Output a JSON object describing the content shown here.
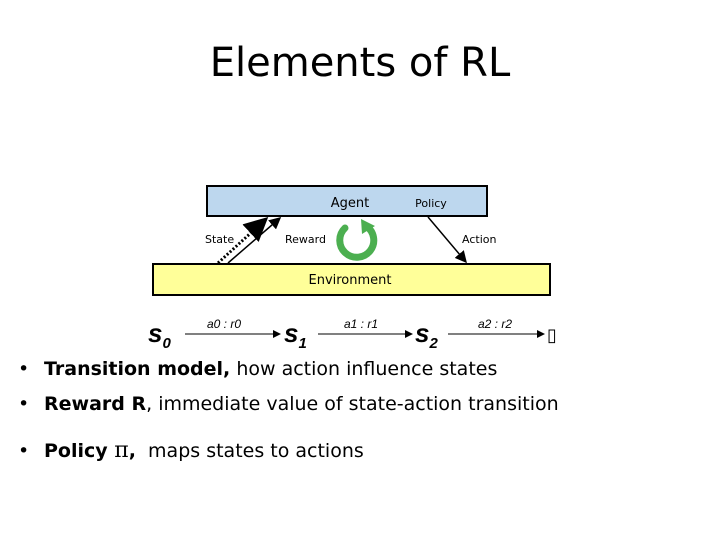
{
  "title": "Elements of RL",
  "diagram": {
    "agent_label": "Agent",
    "policy_label": "Policy",
    "state_label": "State",
    "reward_label": "Reward",
    "action_label": "Action",
    "environment_label": "Environment",
    "sequence": {
      "s0": "s",
      "s0_sub": "0",
      "a0r0": "a0 : r0",
      "s1": "s",
      "s1_sub": "1",
      "a1r1": "a1 : r1",
      "s2": "s",
      "s2_sub": "2",
      "a2r2": "a2 : r2",
      "trailing": "▯"
    },
    "colors": {
      "agent_fill": "#bdd7ee",
      "environment_fill": "#ffff99",
      "cycle_arrow": "#4caf50"
    }
  },
  "bullets": [
    {
      "bold": "Transition model,",
      "text": " how action influence states"
    },
    {
      "bold": "Reward R",
      "text": ", immediate value of state-action transition"
    },
    {
      "bold": "Policy ",
      "pi": "π",
      "bold2": ",",
      "text": "  maps states to actions"
    }
  ]
}
